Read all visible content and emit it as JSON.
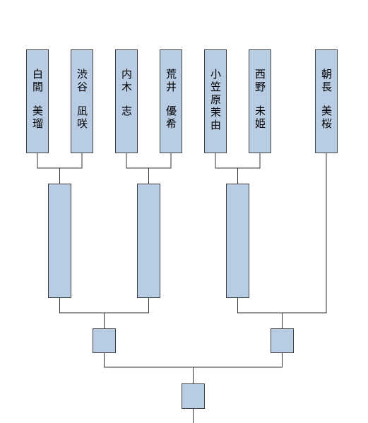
{
  "bracket": {
    "entrants": [
      {
        "surname": "白間",
        "given": "美瑠"
      },
      {
        "surname": "渋谷",
        "given": "凪咲"
      },
      {
        "surname": "内木",
        "given": "志"
      },
      {
        "surname": "荒井",
        "given": "優希"
      },
      {
        "surname": "小笠原茉由",
        "given": ""
      },
      {
        "surname": "西野",
        "given": "未姫"
      },
      {
        "surname": "朝長",
        "given": "美桜"
      }
    ]
  }
}
